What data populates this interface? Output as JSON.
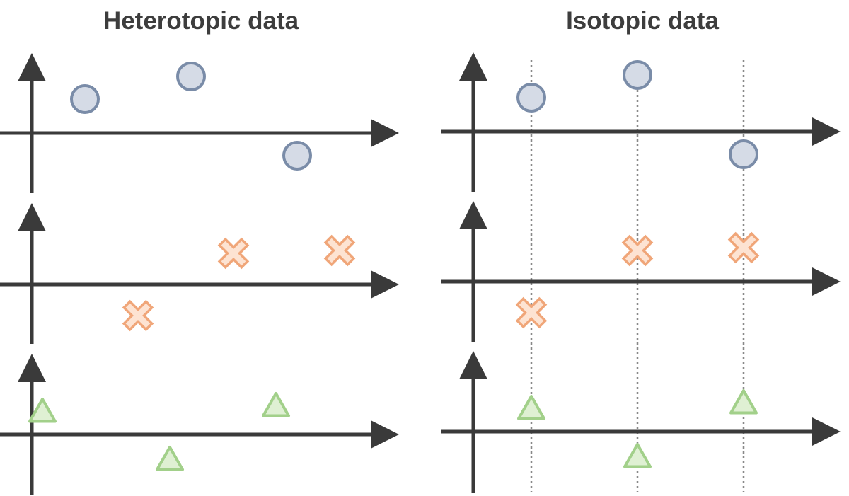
{
  "panels": [
    {
      "id": "heterotopic",
      "title": "Heterotopic data",
      "variables": [
        {
          "marker": "circle",
          "points": [
            [
              0.5,
              0.6
            ],
            [
              1.5,
              1.0
            ],
            [
              2.5,
              -0.4
            ]
          ]
        },
        {
          "marker": "cross",
          "points": [
            [
              1.0,
              -0.55
            ],
            [
              1.9,
              0.55
            ],
            [
              2.9,
              0.6
            ]
          ]
        },
        {
          "marker": "triangle",
          "points": [
            [
              0.1,
              0.4
            ],
            [
              1.3,
              -0.45
            ],
            [
              2.3,
              0.5
            ]
          ]
        }
      ],
      "sample_guides": []
    },
    {
      "id": "isotopic",
      "title": "Isotopic data",
      "variables": [
        {
          "marker": "circle",
          "points": [
            [
              0.5,
              0.6
            ],
            [
              1.5,
              1.0
            ],
            [
              2.5,
              -0.4
            ]
          ]
        },
        {
          "marker": "cross",
          "points": [
            [
              0.5,
              -0.55
            ],
            [
              1.5,
              0.55
            ],
            [
              2.5,
              0.6
            ]
          ]
        },
        {
          "marker": "triangle",
          "points": [
            [
              0.5,
              0.4
            ],
            [
              1.5,
              -0.45
            ],
            [
              2.5,
              0.5
            ]
          ]
        }
      ],
      "sample_guides": [
        0.5,
        1.5,
        2.5
      ]
    }
  ],
  "colors": {
    "axis": "#3a3a3a",
    "guide": "#888888",
    "circle_fill": "#d5dbe6",
    "circle_stroke": "#7a8ca8",
    "cross_fill": "#fde3d2",
    "cross_stroke": "#f0a679",
    "triangle_fill": "#dff0d3",
    "triangle_stroke": "#a2d08a"
  }
}
